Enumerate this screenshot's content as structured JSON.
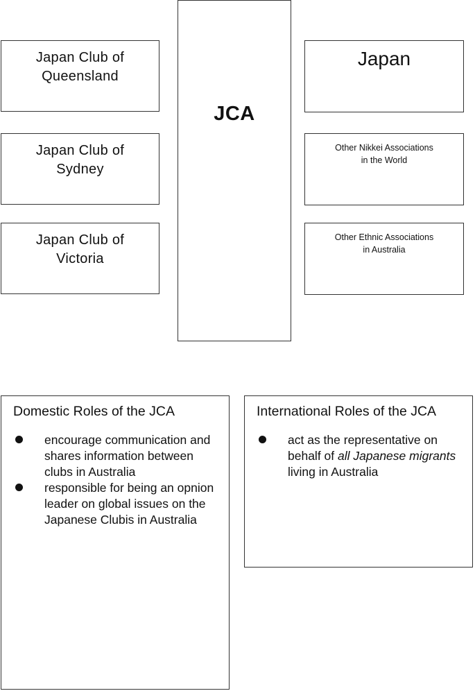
{
  "clubs": [
    {
      "line1": "Japan Club of",
      "line2": "Queensland"
    },
    {
      "line1": "Japan Club of",
      "line2": "Sydney"
    },
    {
      "line1": "Japan Club of",
      "line2": "Victoria"
    }
  ],
  "center": {
    "label": "JCA"
  },
  "external": {
    "japan": "Japan",
    "nikkei": {
      "line1": "Other Nikkei Associations",
      "line2": "in the World"
    },
    "ethnic": {
      "line1": "Other Ethnic Associations",
      "line2": "in Australia"
    }
  },
  "domestic": {
    "title": "Domestic Roles of the JCA",
    "items": [
      "encourage communication and shares information between clubs in Australia",
      "responsible for being an opnion leader on global issues on the Japanese Clubis in Australia"
    ]
  },
  "international": {
    "title": "International Roles of the JCA",
    "item": {
      "before": "act as the representative on behalf of ",
      "emphasis": "all Japanese migrants",
      "after": " living in Australia"
    }
  }
}
